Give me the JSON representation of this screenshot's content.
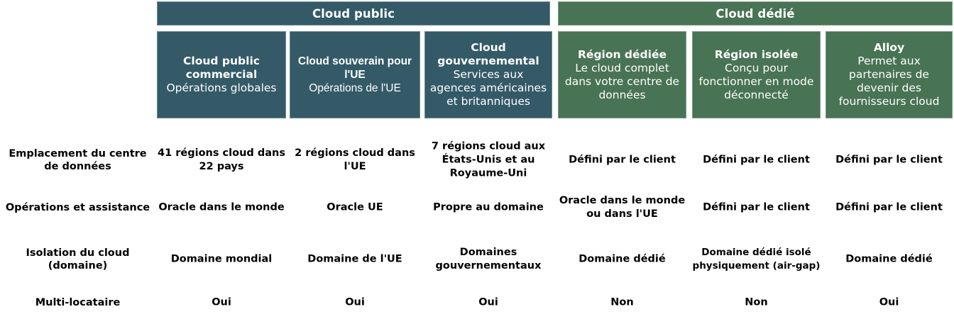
{
  "groups": [
    {
      "label": "Cloud public",
      "color": "#345a68"
    },
    {
      "label": "Cloud dédié",
      "color": "#487354"
    }
  ],
  "columns": [
    {
      "title": "Cloud public\ncommercial",
      "title_line1": "Cloud public",
      "title_line2": "commercial",
      "subtitle": "Opérations globales",
      "color": "#345a68",
      "group": "Cloud public"
    },
    {
      "title_line1": "Cloud  souverain pour",
      "title_line2": "l'UE",
      "subtitle": "Opérations de l'UE",
      "color": "#345a68",
      "group": "Cloud public"
    },
    {
      "title_line1": "Cloud",
      "title_line2": "gouvernemental",
      "subtitle": "Services aux agences américaines et britanniques",
      "color": "#345a68",
      "group": "Cloud public"
    },
    {
      "title_line1": "Région dédiée",
      "title_line2": "",
      "subtitle": "Le cloud complet dans votre centre de données",
      "color": "#487354",
      "group": "Cloud dédié"
    },
    {
      "title_line1": "Région isolée",
      "title_line2": "",
      "subtitle": "Conçu pour fonctionner en mode déconnecté",
      "color": "#487354",
      "group": "Cloud dédié"
    },
    {
      "title_line1": "Alloy",
      "title_line2": "",
      "subtitle": "Permet aux partenaires de devenir des fournisseurs cloud",
      "color": "#487354",
      "group": "Cloud dédié"
    }
  ],
  "rows": [
    {
      "label": "Emplacement du centre de données",
      "cells": [
        "41 régions cloud dans 22 pays",
        "2 régions cloud dans l'UE",
        "7 régions cloud aux États-Unis et au Royaume-Uni",
        "Défini par le client",
        "Défini par le client",
        "Défini par le client"
      ]
    },
    {
      "label": "Opérations et assistance",
      "cells": [
        "Oracle dans le monde",
        "Oracle UE",
        "Propre au domaine",
        "Oracle dans le monde ou dans l'UE",
        "Défini par le client",
        "Défini par le client"
      ]
    },
    {
      "label": "Isolation du cloud (domaine)",
      "cells": [
        "Domaine mondial",
        "Domaine de l'UE",
        "Domaines gouvernementaux",
        "Domaine dédié",
        "Domaine dédié isolé physiquement (air-gap)",
        "Domaine dédié"
      ]
    },
    {
      "label": "Multi-locataire",
      "cells": [
        "Oui",
        "Oui",
        "Oui",
        "Non",
        "Non",
        "Oui"
      ]
    }
  ]
}
